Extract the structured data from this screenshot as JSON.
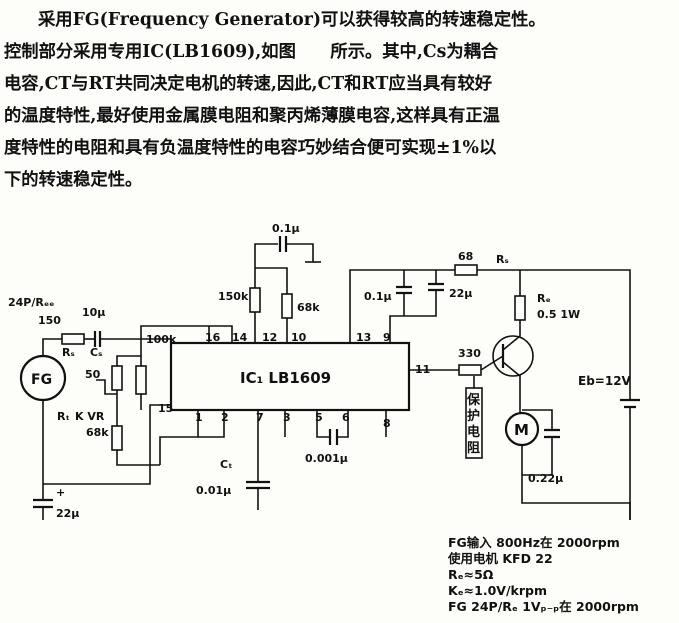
{
  "paragraph": {
    "line1": "采用FG(Frequency Generator)可以获得较高的转速稳定性。",
    "line2": "控制部分采用专用IC(LB1609),如图　　所示。其中,Cs为耦合",
    "line3": "电容,CT与RT共同决定电机的转速,因此,CT和RT应当具有较好",
    "line4": "的温度特性,最好使用金属膜电阻和聚丙烯薄膜电容,这样具有正温",
    "line5": "度特性的电阻和具有负温度特性的电容巧妙结合便可实现±1%以",
    "line6": "下的转速稳定性。"
  },
  "circuit": {
    "ic_label": "IC₁ LB1609",
    "fg_label": "FG",
    "fg_input_label": "24P/Rₑₑ",
    "r150": "150",
    "rs_left": "Rₛ",
    "c10": "10μ",
    "cs": "Cₛ",
    "r100k": "100k",
    "r50": "50",
    "rt": "Rₜ",
    "kvr": "K VR",
    "r68k_left": "68k",
    "r150k": "150k",
    "r68k": "68k",
    "c01_top": "0.1μ",
    "c01_mid": "0.1μ",
    "c22_mid": "22μ",
    "c22_left": "22μ",
    "ct": "Cₜ",
    "ct_val": "0.01μ",
    "c0001": "0.001μ",
    "r68": "68",
    "rs_right": "Rₛ",
    "re": "Rₑ",
    "re_val": "0.5 1W",
    "r330": "330",
    "protect": [
      "保",
      "护",
      "电",
      "阻"
    ],
    "eb": "Eb=12V",
    "motor": "M",
    "c022": "0.22μ",
    "pins": [
      "16",
      "14",
      "12",
      "10",
      "13",
      "9",
      "11",
      "8",
      "15",
      "1",
      "2",
      "7",
      "3",
      "5",
      "6"
    ]
  },
  "notes": {
    "l1": "FG输入 800Hz在  2000rpm",
    "l2": "使用电机 KFD 22",
    "l3": "Rₑ≈5Ω",
    "l4": "Kₑ≈1.0V/krpm",
    "l5": "FG 24P/Rₑ 1Vₚ₋ₚ在  2000rpm"
  }
}
